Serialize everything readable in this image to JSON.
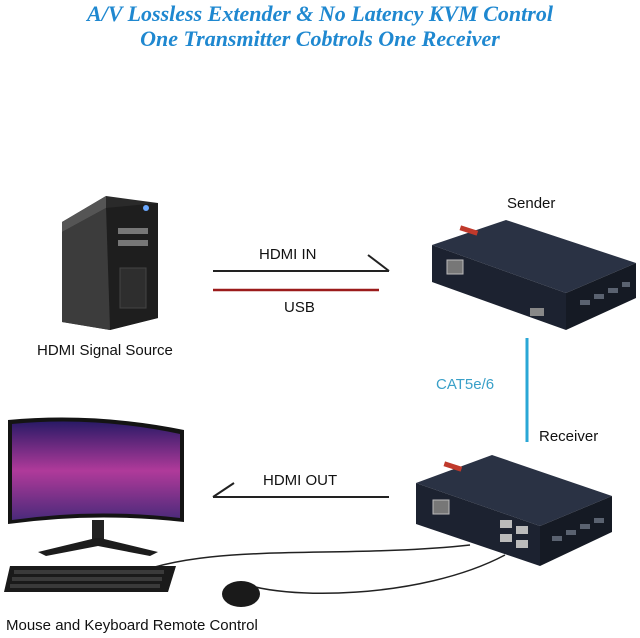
{
  "title": {
    "line1": "A/V Lossless Extender & No Latency KVM Control",
    "line2": "One Transmitter Cobtrols One Receiver"
  },
  "labels": {
    "source": "HDMI Signal Source",
    "hdmi_in": "HDMI  IN",
    "usb": "USB",
    "sender": "Sender",
    "cable": "CAT5e/6",
    "receiver": "Receiver",
    "hdmi_out": "HDMI OUT",
    "peripherals": "Mouse and Keyboard Remote Control"
  },
  "colors": {
    "title": "#1f88d0",
    "hdmi_line": "#222222",
    "usb_line": "#9b1b1b",
    "cat_line": "#2aa7d6",
    "device_body": "#1c2230"
  },
  "icons": [
    "pc-tower-icon",
    "extender-sender-icon",
    "extender-receiver-icon",
    "monitor-icon",
    "keyboard-icon",
    "mouse-icon"
  ]
}
